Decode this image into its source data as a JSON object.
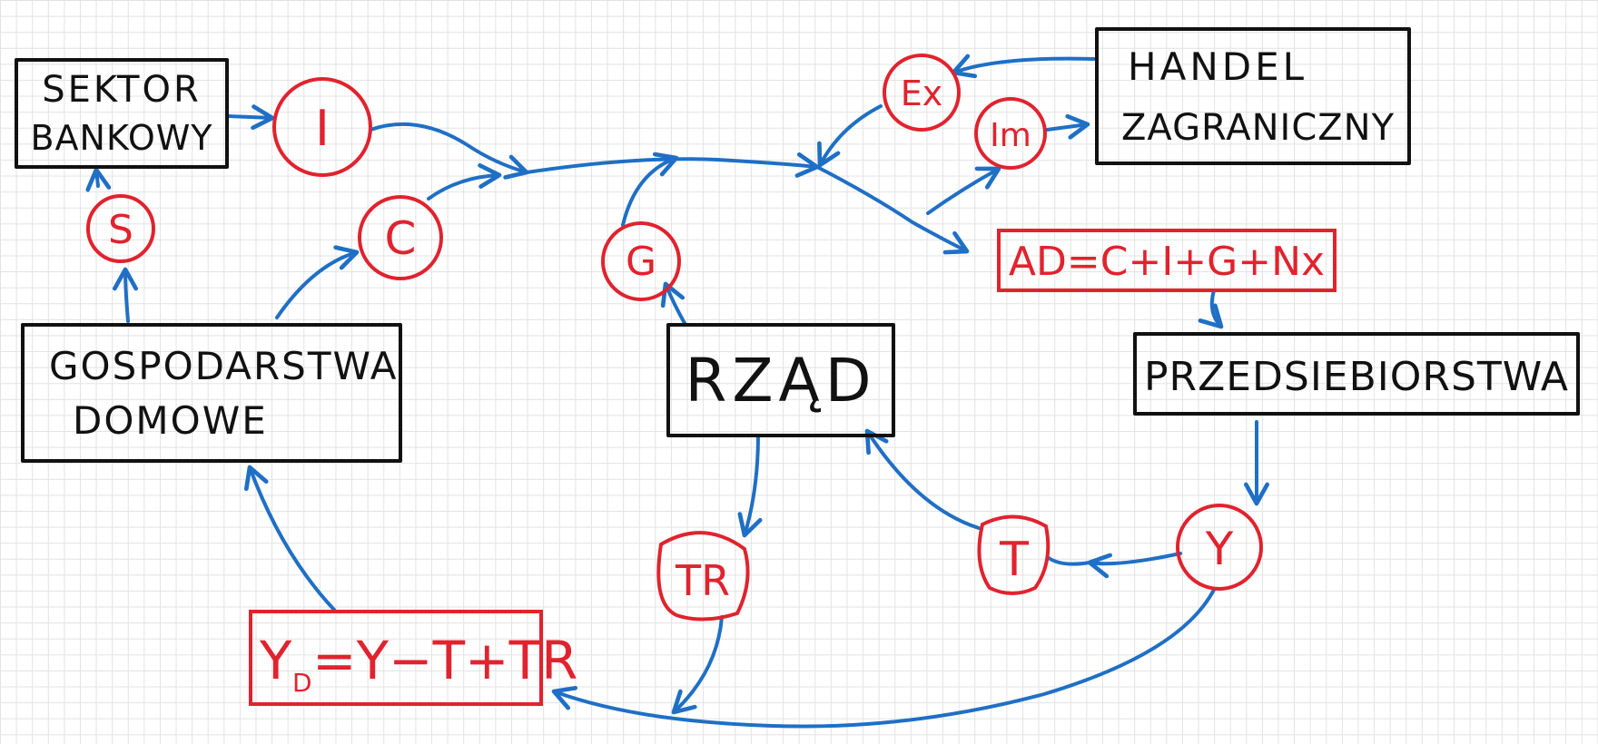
{
  "boxes": {
    "bank_line1": "SEKTOR",
    "bank_line2": "BANKOWY",
    "foreign_line1": "HANDEL",
    "foreign_line2": "ZAGRANICZNY",
    "households_line1": "GOSPODARSTWA",
    "households_line2": "DOMOWE",
    "government": "RZĄD",
    "firms": "PRZEDSIEBIORSTWA"
  },
  "formulas": {
    "aggregate_demand": "AD=C+I+G+Nx",
    "disposable_income_y": "Y",
    "disposable_income_sub": "D",
    "disposable_income_rest": "=Y−T+TR"
  },
  "nodes": {
    "investment": "I",
    "consumption": "C",
    "savings": "S",
    "government_spending": "G",
    "exports": "Ex",
    "imports": "Im",
    "income": "Y",
    "taxes": "T",
    "transfers": "TR"
  },
  "colors": {
    "box_stroke": "#111111",
    "accent_red": "#e0232e",
    "flow_blue": "#1f6fc5",
    "grid": "#e2e2e2"
  }
}
